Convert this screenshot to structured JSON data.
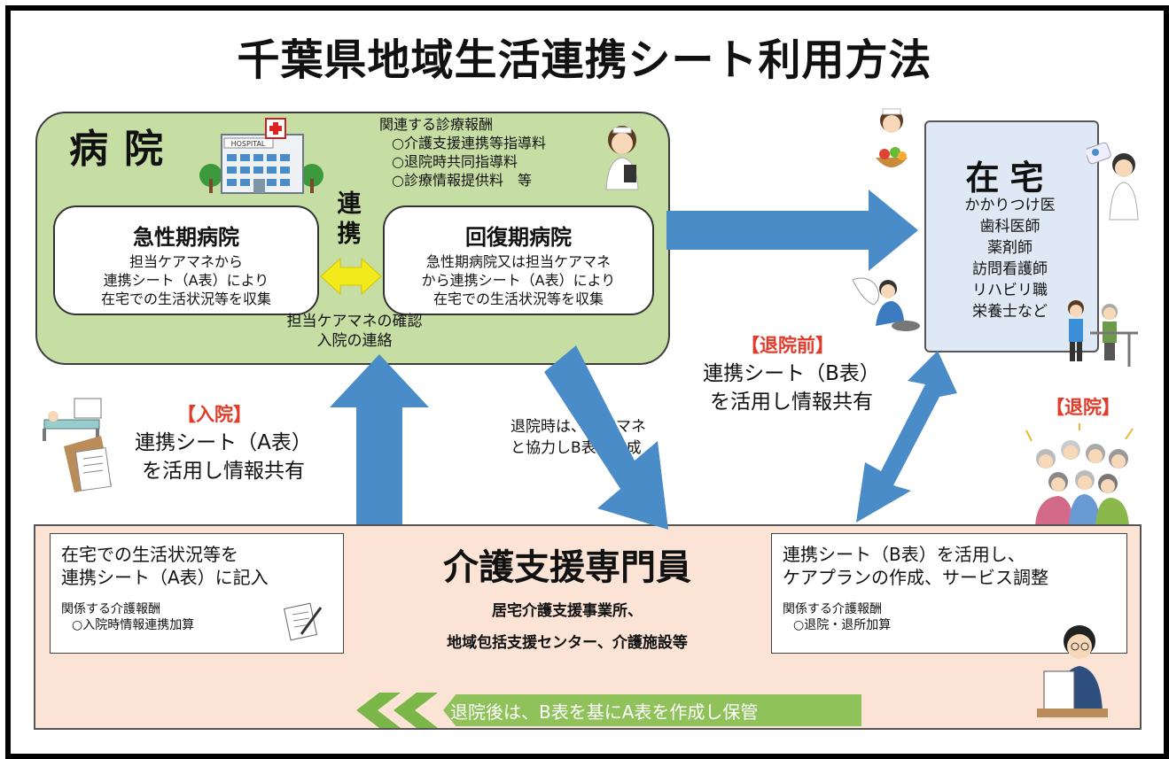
{
  "title": "千葉県地域生活連携シート利用方法",
  "hospital": {
    "title": "病院",
    "sign": "HOSPITAL",
    "fees": [
      "関連する診療報酬",
      "○介護支援連携等指導料",
      "○退院時共同指導料",
      "○診療情報提供料　等"
    ],
    "acute": {
      "title": "急性期病院",
      "lines": [
        "担当ケアマネから",
        "連携シート（A表）により",
        "在宅での生活状況等を収集"
      ]
    },
    "recovery": {
      "title": "回復期病院",
      "lines": [
        "急性期病院又は担当ケアマネ",
        "から連携シート（A表）により",
        "在宅での生活状況等を収集"
      ]
    },
    "renkei": [
      "連",
      "携"
    ],
    "caption": [
      "担当ケアマネの確認",
      "入院の連絡"
    ]
  },
  "home": {
    "title": "在宅",
    "list": [
      "かかりつけ医",
      "歯科医師",
      "薬剤師",
      "訪問看護師",
      "リハビリ職",
      "栄養士など"
    ]
  },
  "admission": {
    "tag": "【入院】",
    "lines": [
      "連携シート（A表）",
      "を活用し情報共有"
    ]
  },
  "before_discharge": {
    "tag": "【退院前】",
    "lines": [
      "連携シート（B表）",
      "を活用し情報共有"
    ]
  },
  "discharge_tag": "【退院】",
  "discharge_note": [
    "退院時は、ケアマネ",
    "と協力しB表の作成"
  ],
  "care_manager": {
    "title": "介護支援専門員",
    "subs": [
      "居宅介護支援事業所、",
      "地域包括支援センター、介護施設等"
    ],
    "left": {
      "head": [
        "在宅での生活状況等を",
        "連携シート（A表）に記入"
      ],
      "fees": [
        "関係する介護報酬",
        "○入院時情報連携加算"
      ]
    },
    "right": {
      "head": [
        "連携シート（B表）を活用し、",
        "ケアプランの作成、サービス調整"
      ],
      "fees": [
        "関係する介護報酬",
        "○退院・退所加算"
      ]
    },
    "banner": "退院後は、B表を基にA表を作成し保管"
  },
  "colors": {
    "hospital_bg": "#c6dea3",
    "home_bg": "#dfe9f5",
    "care_bg": "#fbe4d5",
    "arrow": "#4a8cc8",
    "accent_red": "#e23b2a",
    "banner": "#8fc25a",
    "yellow_arrow": "#f3ea1b"
  }
}
